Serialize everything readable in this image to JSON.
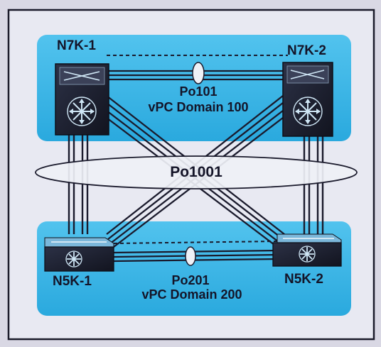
{
  "diagram": {
    "colors": {
      "page_background": "#d9d8e4",
      "frame_fill": "#e8e9f2",
      "frame_border": "#1b1b2a",
      "domain_fill": "#2aa9de",
      "domain_fill_light": "#52c3ee",
      "device_dark": "#1a1d2c",
      "device_icon": "#cfe6f5",
      "link_color": "#1a1a2c",
      "ellipse_fill": "#eef0f6"
    },
    "nodes": {
      "n7k1": {
        "label": "N7K-1",
        "icon": "nexus-7000-switch-icon"
      },
      "n7k2": {
        "label": "N7K-2",
        "icon": "nexus-7000-switch-icon"
      },
      "n5k1": {
        "label": "N5K-1",
        "icon": "nexus-5000-switch-icon"
      },
      "n5k2": {
        "label": "N5K-2",
        "icon": "nexus-5000-switch-icon"
      }
    },
    "portchannels": {
      "po101": {
        "name": "Po101",
        "domain": "vPC Domain 100"
      },
      "po1001": {
        "name": "Po1001"
      },
      "po201": {
        "name": "Po201",
        "domain": "vPC Domain 200"
      }
    }
  }
}
